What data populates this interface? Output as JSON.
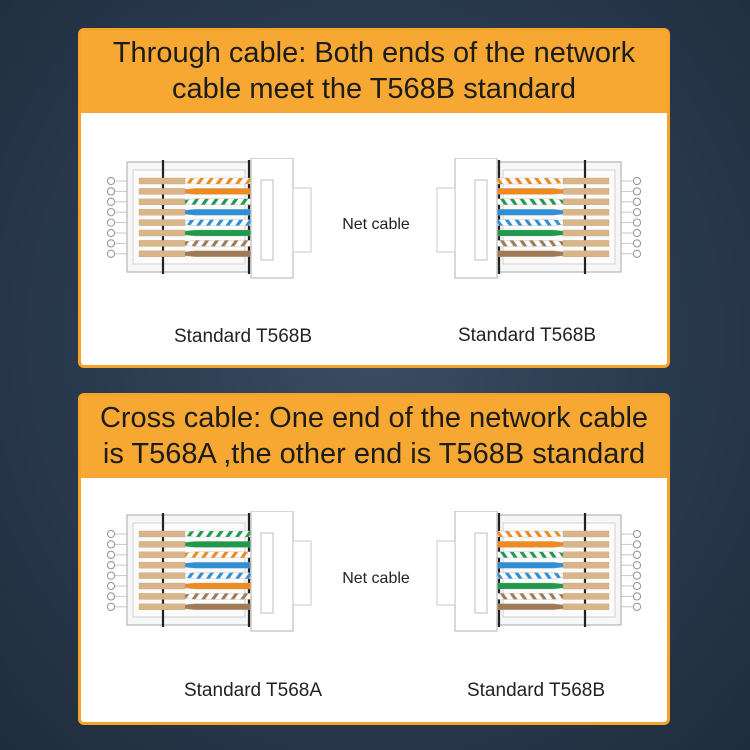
{
  "panels": [
    {
      "id": "through",
      "title_lines": [
        "Through cable: Both ends of the network",
        "cable meet the T568B standard"
      ],
      "net_label": "Net cable",
      "left_label": "Standard T568B",
      "right_label": "Standard T568B",
      "left_standard": "T568B",
      "right_standard": "T568B"
    },
    {
      "id": "cross",
      "title_lines": [
        "Cross cable: One end of the network cable",
        "is T568A ,the other end is T568B standard"
      ],
      "net_label": "Net cable",
      "left_label": "Standard T568A",
      "right_label": "Standard T568B",
      "left_standard": "T568A",
      "right_standard": "T568B"
    }
  ],
  "wire_orders": {
    "T568A": [
      "white-green",
      "green",
      "white-orange",
      "blue",
      "white-blue",
      "orange",
      "white-brown",
      "brown"
    ],
    "T568B": [
      "white-orange",
      "orange",
      "white-green",
      "blue",
      "white-blue",
      "green",
      "white-brown",
      "brown"
    ]
  },
  "colors": {
    "orange": "#f08a1c",
    "green": "#1f9a4a",
    "blue": "#2f8fd6",
    "brown": "#a07a55",
    "tan": "#d9b58a",
    "accent": "#f6a832",
    "border": "#f4a42b"
  }
}
